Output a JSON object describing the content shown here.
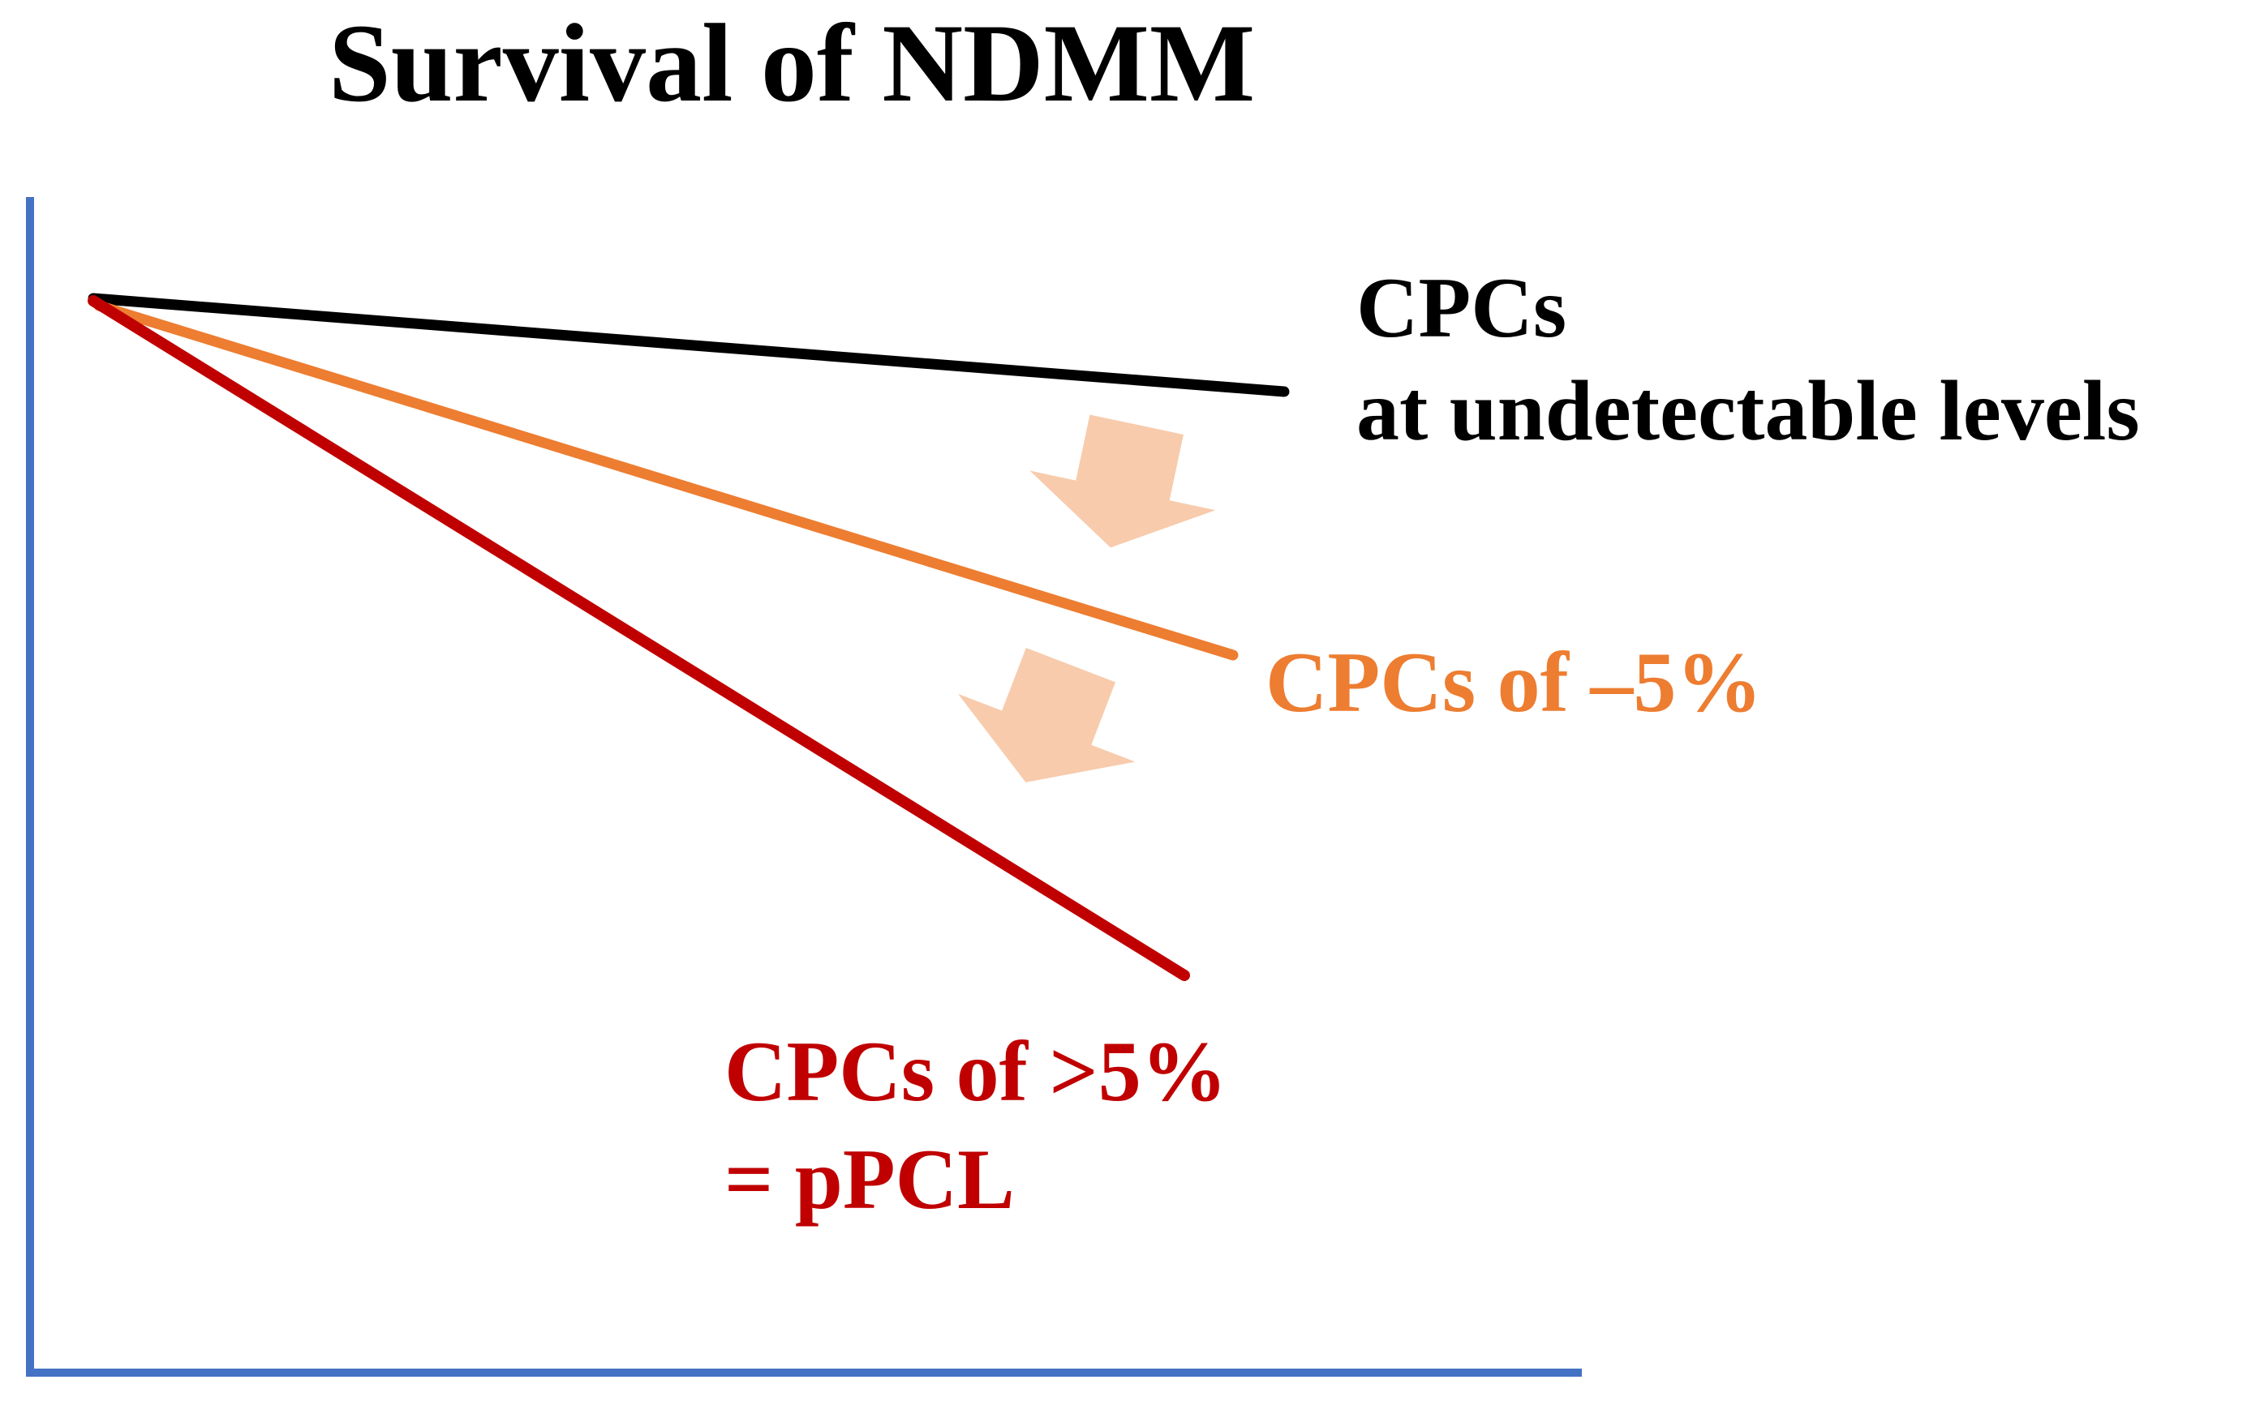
{
  "title": "Survival of NDMM",
  "labels": {
    "undetectable": {
      "line1": "CPCs",
      "line2": "at undetectable levels"
    },
    "minus5": {
      "line1": "CPCs of –5%"
    },
    "over5": {
      "line1": "CPCs of >5%",
      "line2": "= pPCL"
    }
  },
  "icons": {
    "down_arrow_1": "decrease-arrow pointing down between black and orange lines",
    "down_arrow_2": "decrease-arrow pointing down between orange and red lines"
  },
  "colors": {
    "background": "#FFFFFF",
    "axis": "#4472C4",
    "line_black": "#000000",
    "line_orange": "#ED7D31",
    "line_red": "#C00000",
    "label_black": "#000000",
    "label_orange": "#ED7D31",
    "label_red": "#C00000",
    "arrow_fill": "#F7CBAC"
  },
  "chart_data": {
    "type": "line",
    "title": "Survival of NDMM",
    "xlabel": "",
    "ylabel": "",
    "axis_style": "schematic blue L-shaped axes, no ticks, no tick labels, no gridlines",
    "legend_position": "colored text labels placed beside/below each line end",
    "x_range_rel": [
      0,
      1
    ],
    "y_range_rel": [
      0,
      1
    ],
    "series": [
      {
        "name": "CPCs at undetectable levels",
        "color": "#000000",
        "trend": "slight decline",
        "points_rel": [
          [
            0.04,
            0.91
          ],
          [
            0.81,
            0.83
          ]
        ]
      },
      {
        "name": "CPCs of –5%",
        "color": "#ED7D31",
        "trend": "moderate decline",
        "points_rel": [
          [
            0.04,
            0.91
          ],
          [
            0.78,
            0.61
          ]
        ]
      },
      {
        "name": "CPCs of >5% = pPCL",
        "color": "#C00000",
        "trend": "steep decline",
        "points_rel": [
          [
            0.04,
            0.91
          ],
          [
            0.74,
            0.34
          ]
        ]
      }
    ],
    "annotations": [
      {
        "type": "block-arrow",
        "direction": "down",
        "between": [
          "CPCs at undetectable levels",
          "CPCs of –5%"
        ]
      },
      {
        "type": "block-arrow",
        "direction": "down",
        "between": [
          "CPCs of –5%",
          "CPCs of >5% = pPCL"
        ]
      }
    ]
  }
}
